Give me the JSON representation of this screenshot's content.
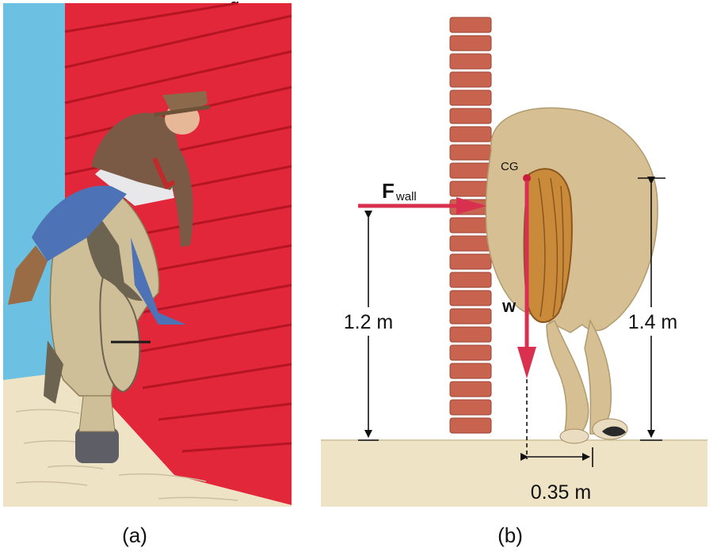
{
  "panel_a": {
    "caption": "(a)",
    "colors": {
      "sky": "#6cc0e2",
      "wall": "#e2273a",
      "wall_line": "#b51522",
      "ground": "#efe3c6"
    }
  },
  "panel_b": {
    "caption": "(b)",
    "colors": {
      "arrow": "#d8304e",
      "brick": "#c8634f",
      "horse": "#d6bf92",
      "ground": "#efe3c6"
    },
    "labels": {
      "cg": "CG",
      "force_symbol": "F",
      "force_subscript": "wall",
      "weight": "w",
      "height_wall_force": "1.2 m",
      "height_cg": "1.4 m",
      "horizontal_offset": "0.35 m"
    }
  },
  "top_cutoff_text": "g"
}
